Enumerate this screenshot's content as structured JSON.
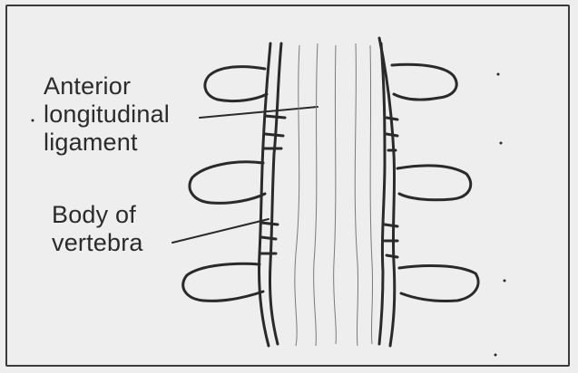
{
  "labels": {
    "anterior_longitudinal_ligament": [
      "Anterior",
      "longitudinal",
      "ligament"
    ],
    "body_of_vertebra": [
      "Body of",
      "vertebra"
    ]
  }
}
